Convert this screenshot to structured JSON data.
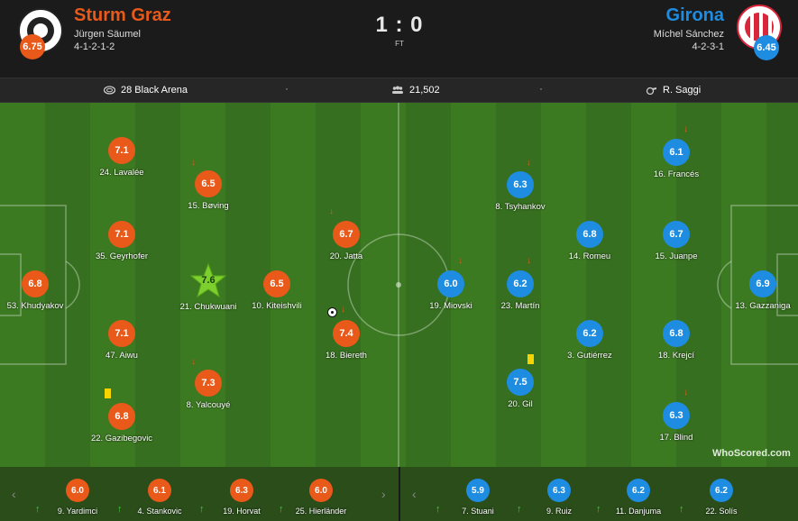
{
  "home": {
    "name": "Sturm Graz",
    "manager": "Jürgen Säumel",
    "formation": "4-1-2-1-2",
    "rating": "6.75",
    "color": "#e8591a",
    "players": [
      {
        "rating": "7.1",
        "name": "24. Lavalée"
      },
      {
        "rating": "6.5",
        "name": "15. Bøving"
      },
      {
        "rating": "7.1",
        "name": "35. Geyrhofer"
      },
      {
        "rating": "6.8",
        "name": "53. Khudyakov"
      },
      {
        "rating": "7.6",
        "name": "21. Chukwuani"
      },
      {
        "rating": "6.5",
        "name": "10. Kiteishvili"
      },
      {
        "rating": "6.7",
        "name": "20. Jatta"
      },
      {
        "rating": "7.1",
        "name": "47. Aiwu"
      },
      {
        "rating": "7.4",
        "name": "18. Biereth"
      },
      {
        "rating": "7.3",
        "name": "8. Yalcouyé"
      },
      {
        "rating": "6.8",
        "name": "22. Gazibegovic"
      }
    ],
    "subs": [
      {
        "rating": "6.0",
        "name": "9. Yardimci"
      },
      {
        "rating": "6.1",
        "name": "4. Stankovic"
      },
      {
        "rating": "6.3",
        "name": "19. Horvat"
      },
      {
        "rating": "6.0",
        "name": "25. Hierländer"
      }
    ]
  },
  "away": {
    "name": "Girona",
    "manager": "Míchel Sánchez",
    "formation": "4-2-3-1",
    "rating": "6.45",
    "color": "#1e8ce0",
    "players": [
      {
        "rating": "6.1",
        "name": "16. Francés"
      },
      {
        "rating": "6.3",
        "name": "8. Tsyhankov"
      },
      {
        "rating": "6.8",
        "name": "14. Romeu"
      },
      {
        "rating": "6.7",
        "name": "15. Juanpe"
      },
      {
        "rating": "6.0",
        "name": "19. Miovski"
      },
      {
        "rating": "6.2",
        "name": "23. Martín"
      },
      {
        "rating": "6.9",
        "name": "13. Gazzaniga"
      },
      {
        "rating": "6.2",
        "name": "3. Gutiérrez"
      },
      {
        "rating": "6.8",
        "name": "18. Krejcí"
      },
      {
        "rating": "7.5",
        "name": "20. Gil"
      },
      {
        "rating": "6.3",
        "name": "17. Blind"
      }
    ],
    "subs": [
      {
        "rating": "5.9",
        "name": "7. Stuani"
      },
      {
        "rating": "6.3",
        "name": "9. Ruiz"
      },
      {
        "rating": "6.2",
        "name": "11. Danjuma"
      },
      {
        "rating": "6.2",
        "name": "22. Solís"
      }
    ]
  },
  "score": "1 : 0",
  "status": "FT",
  "venue": "28 Black Arena",
  "attendance": "21,502",
  "referee": "R. Saggi",
  "watermark": "WhoScored.com",
  "icons": [
    "stadium-icon",
    "crowd-icon",
    "whistle-icon",
    "ball-icon",
    "yellow-card-icon",
    "substitution-off-arrow",
    "substitution-on-arrow",
    "man-of-the-match-star"
  ]
}
